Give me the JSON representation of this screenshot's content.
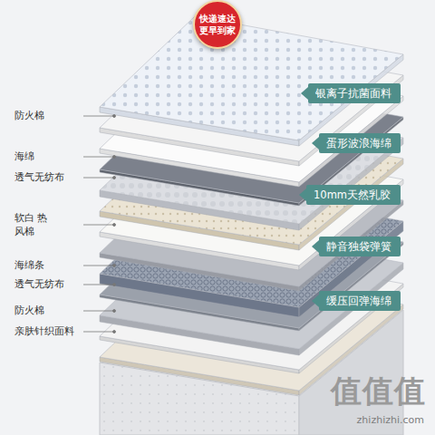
{
  "diagram": {
    "nodes": [
      {
        "text": [
          "快递速达 更早到家"
        ]
      },
      {
        "text": [
          "银离子抗菌面料"
        ]
      },
      {
        "text": [
          "蛋形波浪海绵"
        ]
      },
      {
        "text": [
          "10mm天然乳胶"
        ]
      },
      {
        "text": [
          "静音独袋弹簧"
        ]
      },
      {
        "text": [
          "缓压回弹海绵"
        ]
      }
    ],
    "labels": [
      "防火棉",
      "海绵",
      "透气无纺布",
      "软白 热风棉",
      "海绵条",
      "透气无纺布",
      "防火棉",
      "亲肤针织面料",
      "值值值",
      "zhizhizhi.com"
    ]
  }
}
